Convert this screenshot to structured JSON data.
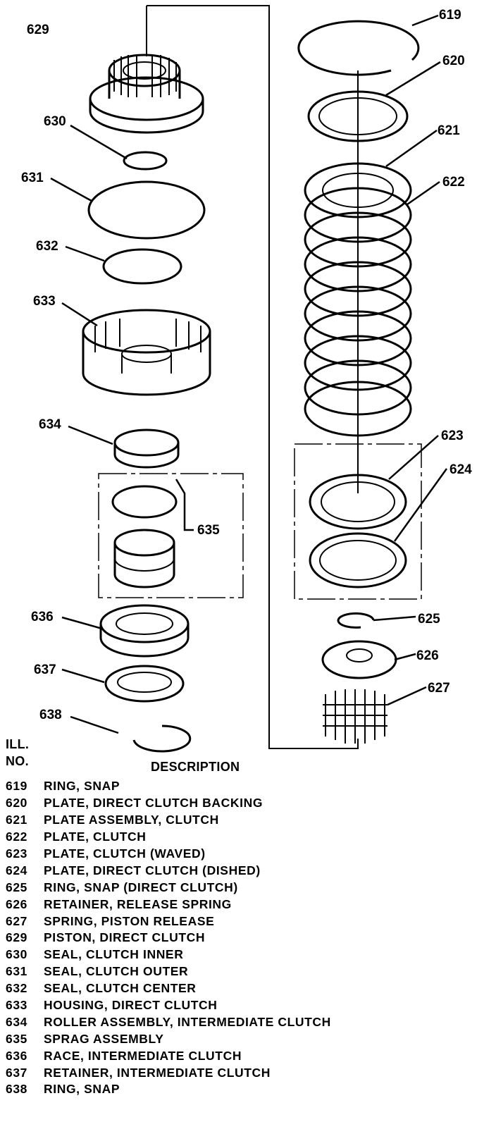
{
  "callouts": [
    "619",
    "620",
    "621",
    "622",
    "623",
    "624",
    "625",
    "626",
    "627",
    "629",
    "630",
    "631",
    "632",
    "633",
    "634",
    "635",
    "636",
    "637",
    "638"
  ],
  "legend_header": {
    "ill": "ILL.",
    "no": "NO.",
    "description": "DESCRIPTION"
  },
  "legend": [
    {
      "no": "619",
      "desc": "RING, SNAP"
    },
    {
      "no": "620",
      "desc": "PLATE, DIRECT CLUTCH BACKING"
    },
    {
      "no": "621",
      "desc": "PLATE ASSEMBLY, CLUTCH"
    },
    {
      "no": "622",
      "desc": "PLATE, CLUTCH"
    },
    {
      "no": "623",
      "desc": "PLATE, CLUTCH (WAVED)"
    },
    {
      "no": "624",
      "desc": "PLATE, DIRECT CLUTCH (DISHED)"
    },
    {
      "no": "625",
      "desc": "RING, SNAP (DIRECT CLUTCH)"
    },
    {
      "no": "626",
      "desc": "RETAINER, RELEASE SPRING"
    },
    {
      "no": "627",
      "desc": "SPRING, PISTON RELEASE"
    },
    {
      "no": "629",
      "desc": "PISTON, DIRECT CLUTCH"
    },
    {
      "no": "630",
      "desc": "SEAL, CLUTCH INNER"
    },
    {
      "no": "631",
      "desc": "SEAL, CLUTCH OUTER"
    },
    {
      "no": "632",
      "desc": "SEAL, CLUTCH CENTER"
    },
    {
      "no": "633",
      "desc": "HOUSING, DIRECT CLUTCH"
    },
    {
      "no": "634",
      "desc": "ROLLER ASSEMBLY, INTERMEDIATE CLUTCH"
    },
    {
      "no": "635",
      "desc": "SPRAG ASSEMBLY"
    },
    {
      "no": "636",
      "desc": "RACE, INTERMEDIATE CLUTCH"
    },
    {
      "no": "637",
      "desc": "RETAINER, INTERMEDIATE CLUTCH"
    },
    {
      "no": "638",
      "desc": "RING, SNAP"
    }
  ]
}
